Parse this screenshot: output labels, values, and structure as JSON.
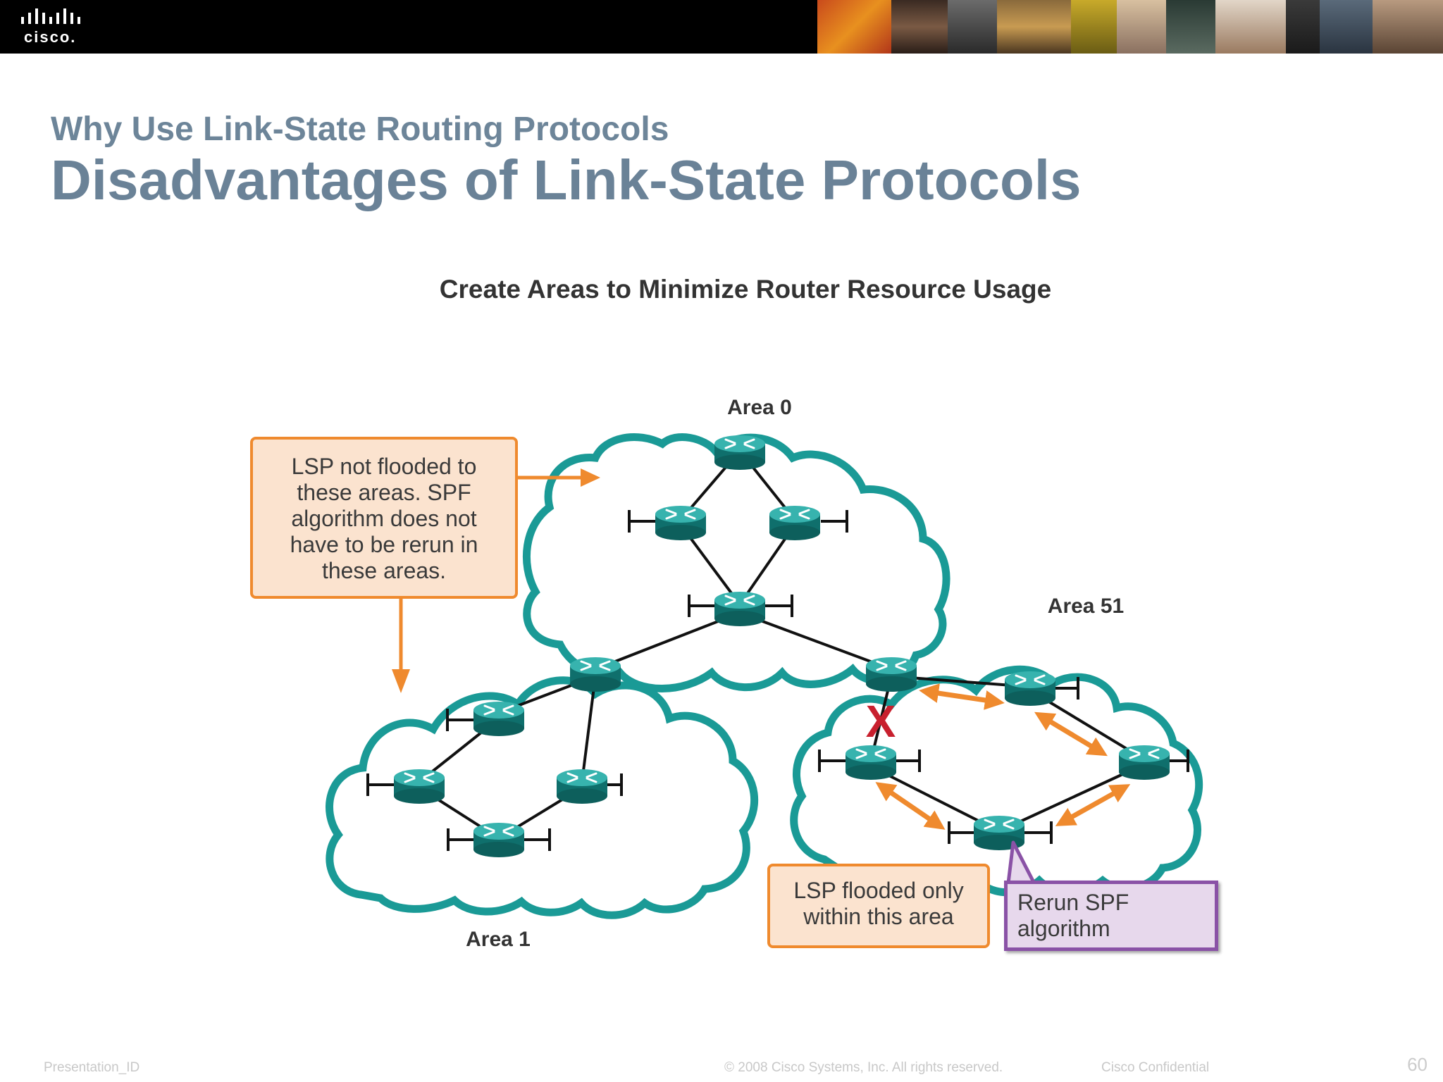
{
  "header": {
    "logo_text": "cisco."
  },
  "slide": {
    "subtitle": "Why Use Link-State Routing Protocols",
    "title": "Disadvantages of Link-State Protocols"
  },
  "diagram": {
    "title": "Create Areas to Minimize Router Resource Usage",
    "areas": {
      "area0": "Area 0",
      "area1": "Area 1",
      "area51": "Area 51"
    },
    "failure_mark": "X",
    "callouts": {
      "not_flooded": [
        "LSP not flooded to",
        "these areas. SPF",
        "algorithm does not",
        "have to be rerun in",
        "these areas."
      ],
      "flooded_only": [
        "LSP flooded only",
        "within this area"
      ],
      "rerun_spf": [
        "Rerun SPF",
        "algorithm"
      ]
    },
    "colors": {
      "cloud": "#1a9a96",
      "router": "#1e8f8c",
      "arrow_orange": "#ef8a2e",
      "failure_red": "#c8202e",
      "callout_orange_fill": "#fbe3cf",
      "callout_purple_fill": "#e7d8ec",
      "callout_purple_border": "#8a52a6"
    }
  },
  "footer": {
    "presentation_id": "Presentation_ID",
    "copyright": "© 2008 Cisco Systems, Inc. All rights reserved.",
    "confidential": "Cisco Confidential",
    "page_number": "60"
  }
}
